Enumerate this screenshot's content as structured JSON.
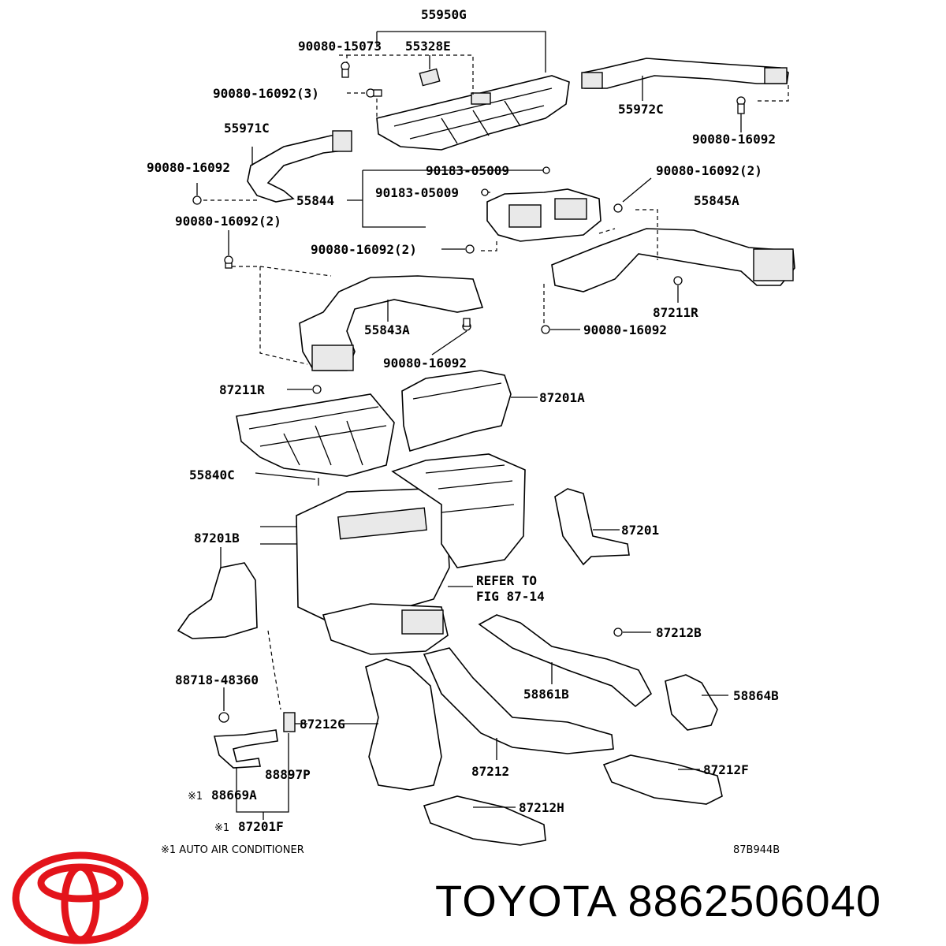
{
  "labels": {
    "l55950G": "55950G",
    "l90080_15073": "90080-15073",
    "l55328E": "55328E",
    "l90080_16092_3": "90080-16092(3)",
    "l55972C": "55972C",
    "l90080_16092_a": "90080-16092",
    "l55971C": "55971C",
    "l90080_16092_b": "90080-16092",
    "l90183_05009_a": "90183-05009",
    "l90080_16092_2a": "90080-16092(2)",
    "l55844": "55844",
    "l90183_05009_b": "90183-05009",
    "l55845A": "55845A",
    "l90080_16092_2b": "90080-16092(2)",
    "l90080_16092_2c": "90080-16092(2)",
    "l87211R_a": "87211R",
    "l90080_16092_c": "90080-16092",
    "l55843A": "55843A",
    "l90080_16092_d": "90080-16092",
    "l87211R_b": "87211R",
    "l87201A": "87201A",
    "l55840C": "55840C",
    "l87201": "87201",
    "l87201B": "87201B",
    "refer1": "REFER TO",
    "refer2": "FIG 87-14",
    "l87212B": "87212B",
    "l88718_48360": "88718-48360",
    "l58861B": "58861B",
    "l58864B": "58864B",
    "l87212G": "87212G",
    "l87212": "87212",
    "l87212F": "87212F",
    "l88897P": "88897P",
    "l88669A": "88669A",
    "mark1": "※1",
    "l87212H": "87212H",
    "mark2": "※1",
    "l87201F": "87201F",
    "footnote": "※1 AUTO AIR CONDITIONER",
    "figcode": "87B944B"
  },
  "brand": {
    "text": "TOYOTA 8862506040",
    "logo_color": "#e3141b"
  }
}
